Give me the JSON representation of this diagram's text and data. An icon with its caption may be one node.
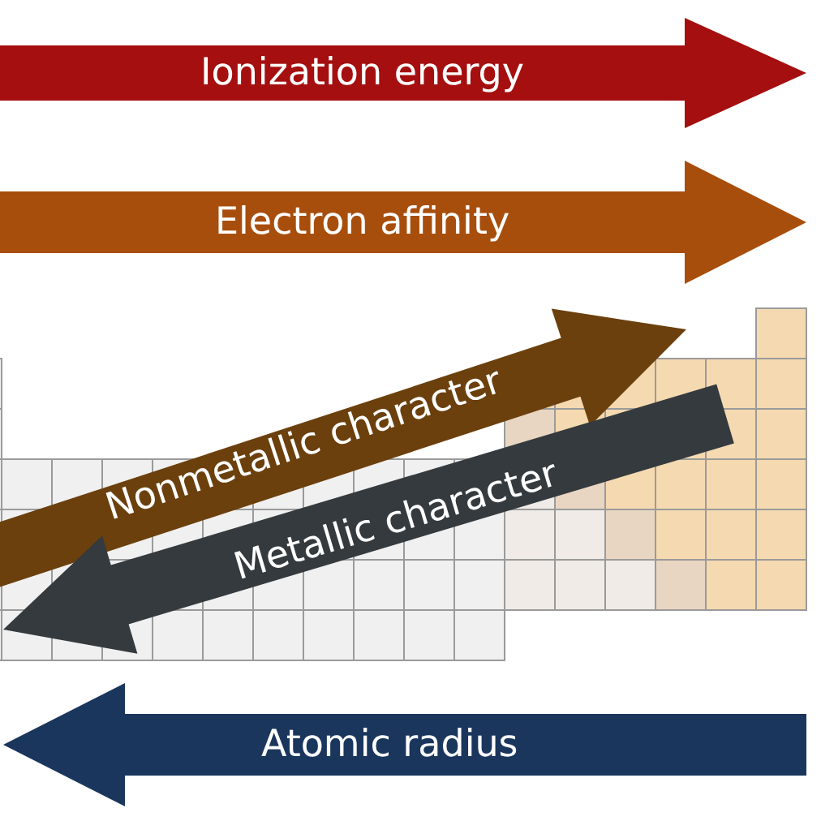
{
  "diagram": {
    "labels": [
      "Ionization energy",
      "Electron affinity",
      "Nonmetallic character",
      "Metallic character",
      "Atomic radius"
    ]
  }
}
